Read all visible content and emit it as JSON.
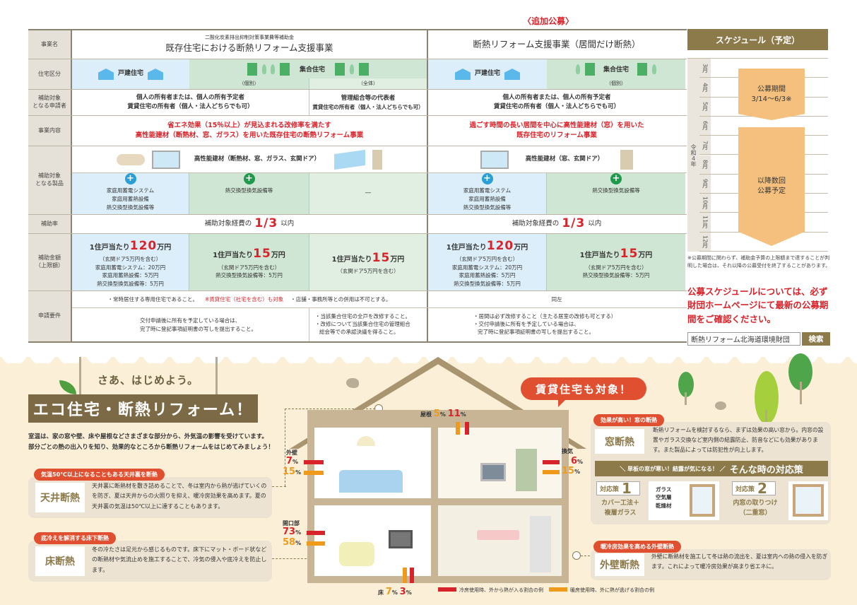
{
  "header_tag": "〈追加公募〉",
  "table": {
    "row_labels": {
      "project_name": "事業名",
      "housing_type": "住宅区分",
      "applicant": "補助対象\nとなる申請者",
      "content": "事業内容",
      "products": "補助対象\nとなる製品",
      "rate": "補助率",
      "amount": "補助金額\n（上限額）",
      "requirements": "申請要件"
    },
    "left": {
      "subsidy_source": "二酸化炭素排出抑制対策事業費等補助金",
      "project_name": "既存住宅における断熱リフォーム支援事業",
      "detached": "戸建住宅",
      "collective": "集合住宅",
      "individual": "（個別）",
      "whole": "（全体）",
      "applicant_main_1": "個人の所有者または、個人の所有予定者",
      "applicant_main_2": "賃貸住宅の所有者（個人・法人どちらでも可）",
      "applicant_whole_1": "管理組合等の代表者",
      "applicant_whole_2": "賃貸住宅の所有者（個人・法人どちらでも可）",
      "content_1": "省エネ効果（15％以上）が見込まれる改修率を満たす",
      "content_2": "高性能建材（断熱材、窓、ガラス）を用いた既存住宅の断熱リフォーム事業",
      "materials": "高性能建材（断熱材、窓、ガラス、玄関ドア）",
      "products_detached": [
        "家庭用蓄電システム",
        "家庭用蓄熱設備",
        "熱交換型換気設備等"
      ],
      "products_individual": "熱交換型換気設備等",
      "products_whole": "—",
      "rate_prefix": "補助対象経費の",
      "rate_value": "1/3",
      "rate_suffix": "以内",
      "amount_detached": {
        "prefix": "1住戸当たり",
        "value": "120",
        "unit": "万円",
        "note": "（玄関ドア5万円を含む）",
        "items": [
          "家庭用蓄電システム：20万円",
          "家庭用蓄熱設備：5万円",
          "熱交換型換気設備等：5万円"
        ]
      },
      "amount_individual": {
        "prefix": "1住戸当たり",
        "value": "15",
        "unit": "万円",
        "note": "（玄関ドア5万円を含む）",
        "items": [
          "熱交換型換気設備等：5万円"
        ]
      },
      "amount_whole": {
        "prefix": "1住戸当たり",
        "value": "15",
        "unit": "万円",
        "note": "（玄関ドア5万円を含む）"
      },
      "req_top_1": "・常時居住する専用住宅であること。",
      "req_top_red": "※賃貸住宅（社宅を含む）も対象",
      "req_top_2": "・店舗・事務所等との併用は不可とする。",
      "req_main_1": "交付申請後に所有を予定している場合は、",
      "req_main_2": "完了時に登記事項証明書の写しを提出すること。",
      "req_whole_1": "・当該集合住宅の全戸を改修すること。",
      "req_whole_2": "・改修について当該集合住宅の管理組合",
      "req_whole_3": "総会等での承認決議を得ること。"
    },
    "right": {
      "project_name": "断熱リフォーム支援事業（居間だけ断熱）",
      "detached": "戸建住宅",
      "collective": "集合住宅",
      "individual": "（個別）",
      "applicant_1": "個人の所有者または、個人の所有予定者",
      "applicant_2": "賃貸住宅の所有者（個人・法人どちらでも可）",
      "content_1": "過ごす時間の長い居間を中心に高性能建材（窓）を用いた",
      "content_2": "既存住宅のリフォーム事業",
      "materials": "高性能建材（窓、玄関ドア）",
      "products_detached": [
        "家庭用蓄電システム",
        "家庭用蓄熱設備",
        "熱交換型換気設備等"
      ],
      "products_individual": "熱交換型換気設備等",
      "rate_prefix": "補助対象経費の",
      "rate_value": "1/3",
      "rate_suffix": "以内",
      "amount_detached": {
        "prefix": "1住戸当たり",
        "value": "120",
        "unit": "万円",
        "note": "（玄関ドア5万円を含む）",
        "items": [
          "家庭用蓄電システム：20万円",
          "家庭用蓄熱設備：5万円",
          "熱交換型換気設備等：5万円"
        ]
      },
      "amount_individual": {
        "prefix": "1住戸当たり",
        "value": "15",
        "unit": "万円",
        "note": "（玄関ドア5万円を含む）",
        "items": [
          "熱交換型換気設備等：5万円"
        ]
      },
      "req_top": "同左",
      "req_1": "・居間は必ず改修すること（主たる居室の改修も可とする）",
      "req_2": "・交付申請後に所有を予定している場合は、",
      "req_3": "完了時に登記事項証明書の写しを提出すること。"
    }
  },
  "schedule": {
    "title": "スケジュール（予定）",
    "year": "令和４年",
    "months": [
      "3月",
      "4月",
      "5月",
      "6月",
      "7月",
      "8月",
      "9月",
      "10月",
      "11月",
      "12月"
    ],
    "period1": "公募期間\n3/14〜6/3※",
    "period2": "以降数回\n公募予定",
    "note": "※公募期間に関わらず、補助金予算の上限額まで達することが判明した場合は、それ以降の公募受付を終了することがあります。",
    "warning": "公募スケジュールについては、必ず財団ホームページにて最新の公募期間をご確認ください。",
    "search_text": "断熱リフォーム北海道環境財団",
    "search_button": "検索"
  },
  "lower": {
    "subheading": "さあ、はじめよう。",
    "heading": "エコ住宅・断熱リフォーム！",
    "intro_1": "室温は、家の窓や壁、床や屋根などさまざまな部分から、外気温の影響を受けています。",
    "intro_2": "部分ごとの熱の出入りを知り、効果的なところから断熱リフォームをはじめてみましょう！",
    "rental_badge": "賃貸住宅も対象！",
    "ceiling": {
      "pill": "気温50℃以上になることもある天井裏を断熱",
      "label": "天井断熱",
      "text": "天井裏に断熱材を敷き詰めることで、冬は室内から熱が逃げていくのを防ぎ、夏は天井からの火照りを抑え、暖冷房効果を高めます。夏の天井裏の気温は50℃以上に達することもあります。"
    },
    "floor": {
      "pill": "底冷えを解消する床下断熱",
      "label": "床断熱",
      "text": "冬の冷たさは足元から感じるものです。床下にマット・ボード状などの断熱材や気流止めを施工することで、冷気の侵入や底冷えを防止します。"
    },
    "window": {
      "pill": "効果が高い！窓の断熱",
      "label": "窓断熱",
      "text": "断熱リフォームを検討するなら、まずは効果の高い窓から。内窓の設置やガラス交換など室内側の結露防止、防音などにも効果があります。また製品によっては防犯性が向上します。",
      "bar_small": "＼ 単板の窓が寒い！結露が気になる！ ／",
      "bar_big": "そんな時の対応策",
      "sol1_tag": "対応策",
      "sol1_num": "1",
      "sol1_name": "カバー工法＋\n複層ガラス",
      "sol1_labels": [
        "ガラス",
        "空気層",
        "乾燥材"
      ],
      "sol2_tag": "対応策",
      "sol2_num": "2",
      "sol2_name": "内窓の取りつけ\n（二重窓）"
    },
    "wall": {
      "pill": "暖冷房効果を高める外壁断熱",
      "label": "外壁断熱",
      "text": "外壁に断熱材を施工して冬は熱の流出を、夏は室内への熱の侵入を防ぎます。これによって暖冷房効果が高まり省エネに。"
    },
    "house": {
      "roof": {
        "label": "屋根",
        "out": "5",
        "in": "11"
      },
      "wall": {
        "label": "外壁",
        "in": "7",
        "out": "15"
      },
      "vent": {
        "label": "換気",
        "in": "6",
        "out": "15"
      },
      "opening": {
        "label": "開口部",
        "in": "73",
        "out": "58"
      },
      "floor": {
        "label": "床",
        "out": "7",
        "in": "3"
      },
      "pct": "%"
    },
    "legend": {
      "red": "冷房使用時、外から熱が入る割合の例",
      "orange": "暖房使用時、外に熱が逃げる割合の例"
    }
  },
  "colors": {
    "red": "#d8232a",
    "orange": "#f09a1c",
    "brown": "#8c7a4a",
    "blue_cell": "#dbeef9",
    "green_cell": "#cfe6d4",
    "bg_cream": "#fcefd8",
    "pill": "#e05030"
  }
}
